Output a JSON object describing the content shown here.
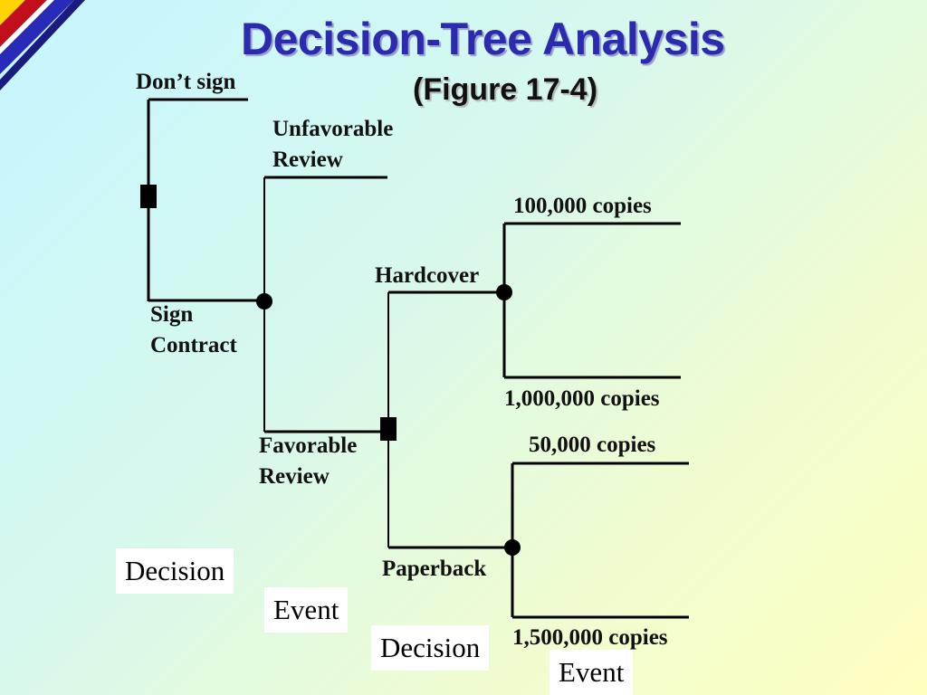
{
  "slide": {
    "title": "Decision-Tree Analysis",
    "subtitle": "(Figure 17-4)"
  },
  "tree": {
    "dont_sign": "Don’t sign",
    "sign_contract": [
      "Sign",
      "Contract"
    ],
    "unfavorable_review": [
      "Unfavorable",
      "Review"
    ],
    "favorable_review": [
      "Favorable",
      "Review"
    ],
    "hardcover": "Hardcover",
    "paperback": "Paperback",
    "hardcover_outcomes": [
      "100,000 copies",
      "1,000,000 copies"
    ],
    "paperback_outcomes": [
      "50,000 copies",
      "1,500,000 copies"
    ]
  },
  "legend": {
    "decision_1": "Decision",
    "event_1": "Event",
    "decision_2": "Decision",
    "event_2": "Event"
  },
  "colors": {
    "title": "#2b2bb0",
    "lines": "#000000",
    "corner_yellow": "#ffd400",
    "corner_red": "#c0101e",
    "corner_blue": "#2a2ab8"
  }
}
